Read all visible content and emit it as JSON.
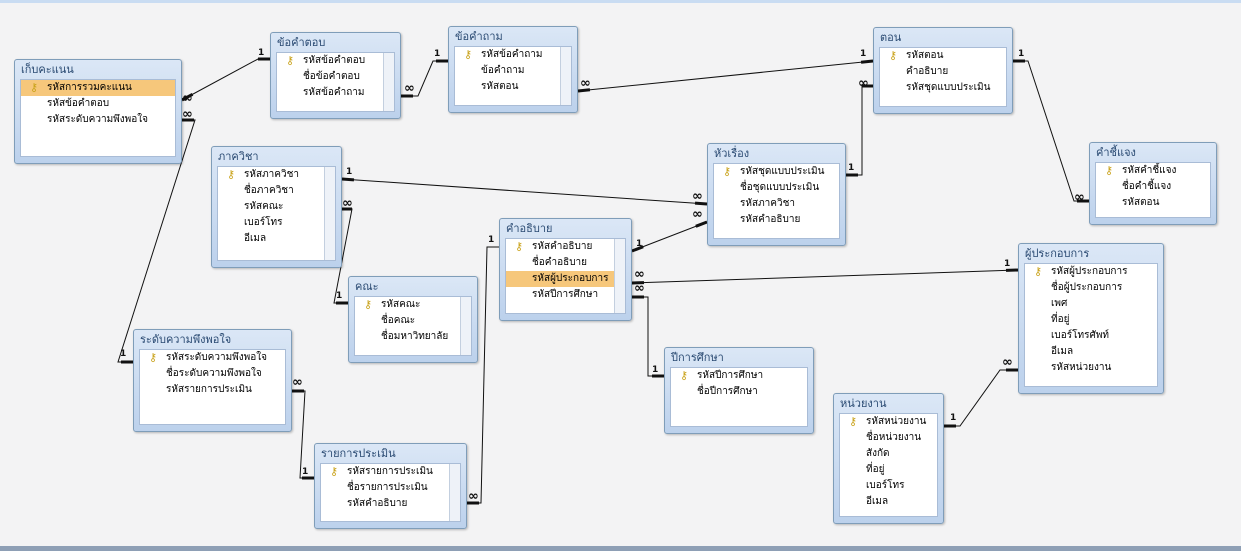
{
  "tables": [
    {
      "id": "score",
      "title": "เก็บคะแนน",
      "fields": [
        {
          "label": "รหัสการรวมคะแนน",
          "key": true,
          "selected": true
        },
        {
          "label": "รหัสข้อคำตอบ"
        },
        {
          "label": "รหัสระดับความพึงพอใจ"
        }
      ]
    },
    {
      "id": "answer",
      "title": "ข้อคำตอบ",
      "fields": [
        {
          "label": "รหัสข้อคำตอบ",
          "key": true
        },
        {
          "label": "ชื่อข้อคำตอบ"
        },
        {
          "label": "รหัสข้อคำถาม"
        }
      ]
    },
    {
      "id": "question",
      "title": "ข้อคำถาม",
      "fields": [
        {
          "label": "รหัสข้อคำถาม",
          "key": true
        },
        {
          "label": "ข้อคำถาม"
        },
        {
          "label": "รหัสตอน"
        }
      ]
    },
    {
      "id": "section",
      "title": "ตอน",
      "fields": [
        {
          "label": "รหัสตอน",
          "key": true
        },
        {
          "label": "คำอธิบาย"
        },
        {
          "label": "รหัสชุดแบบประเมิน"
        }
      ]
    },
    {
      "id": "explain",
      "title": "คำชี้แจง",
      "fields": [
        {
          "label": "รหัสคำชี้แจง",
          "key": true
        },
        {
          "label": "ชื่อคำชี้แจง"
        },
        {
          "label": "รหัสตอน"
        }
      ]
    },
    {
      "id": "department",
      "title": "ภาควิชา",
      "fields": [
        {
          "label": "รหัสภาควิชา",
          "key": true
        },
        {
          "label": "ชื่อภาควิชา"
        },
        {
          "label": "รหัสคณะ"
        },
        {
          "label": "เบอร์โทร"
        },
        {
          "label": "อีเมล"
        }
      ]
    },
    {
      "id": "topic",
      "title": "หัวเรื่อง",
      "fields": [
        {
          "label": "รหัสชุดแบบประเมิน",
          "key": true
        },
        {
          "label": "ชื่อชุดแบบประเมิน"
        },
        {
          "label": "รหัสภาควิชา"
        },
        {
          "label": "รหัสคำอธิบาย"
        }
      ]
    },
    {
      "id": "description",
      "title": "คำอธิบาย",
      "fields": [
        {
          "label": "รหัสคำอธิบาย",
          "key": true
        },
        {
          "label": "ชื่อคำอธิบาย"
        },
        {
          "label": "รหัสผู้ประกอบการ",
          "selected": true
        },
        {
          "label": "รหัสปีการศึกษา"
        }
      ]
    },
    {
      "id": "faculty",
      "title": "คณะ",
      "fields": [
        {
          "label": "รหัสคณะ",
          "key": true
        },
        {
          "label": "ชื่อคณะ"
        },
        {
          "label": "ชื่อมหาวิทยาลัย"
        }
      ]
    },
    {
      "id": "satisfaction",
      "title": "ระดับความพึงพอใจ",
      "fields": [
        {
          "label": "รหัสระดับความพึงพอใจ",
          "key": true
        },
        {
          "label": "ชื่อระดับความพึงพอใจ"
        },
        {
          "label": "รหัสรายการประเมิน"
        }
      ]
    },
    {
      "id": "evalitem",
      "title": "รายการประเมิน",
      "fields": [
        {
          "label": "รหัสรายการประเมิน",
          "key": true
        },
        {
          "label": "ชื่อรายการประเมิน"
        },
        {
          "label": "รหัสคำอธิบาย"
        }
      ]
    },
    {
      "id": "academicyear",
      "title": "ปีการศึกษา",
      "fields": [
        {
          "label": "รหัสปีการศึกษา",
          "key": true
        },
        {
          "label": "ชื่อปีการศึกษา"
        }
      ]
    },
    {
      "id": "entrepreneur",
      "title": "ผู้ประกอบการ",
      "fields": [
        {
          "label": "รหัสผู้ประกอบการ",
          "key": true
        },
        {
          "label": "ชื่อผู้ประกอบการ"
        },
        {
          "label": "เพศ"
        },
        {
          "label": "ที่อยู่"
        },
        {
          "label": "เบอร์โทรศัพท์"
        },
        {
          "label": "อีเมล"
        },
        {
          "label": "รหัสหน่วยงาน"
        }
      ]
    },
    {
      "id": "agency",
      "title": "หน่วยงาน",
      "fields": [
        {
          "label": "รหัสหน่วยงาน",
          "key": true
        },
        {
          "label": "ชื่อหน่วยงาน"
        },
        {
          "label": "สังกัด"
        },
        {
          "label": "ที่อยู่"
        },
        {
          "label": "เบอร์โทร"
        },
        {
          "label": "อีเมล"
        }
      ]
    }
  ],
  "relationships": [
    {
      "from": "answer",
      "to": "score",
      "one": "1",
      "many": "∞"
    },
    {
      "from": "question",
      "to": "answer",
      "one": "1",
      "many": "∞"
    },
    {
      "from": "section",
      "to": "question",
      "one": "1",
      "many": "∞"
    },
    {
      "from": "section",
      "to": "explain",
      "one": "1",
      "many": "∞"
    },
    {
      "from": "topic",
      "to": "section",
      "one": "1",
      "many": "∞"
    },
    {
      "from": "department",
      "to": "topic",
      "one": "1",
      "many": "∞"
    },
    {
      "from": "description",
      "to": "topic",
      "one": "1",
      "many": "∞"
    },
    {
      "from": "faculty",
      "to": "department",
      "one": "1",
      "many": "∞"
    },
    {
      "from": "satisfaction",
      "to": "score",
      "one": "1",
      "many": "∞"
    },
    {
      "from": "evalitem",
      "to": "satisfaction",
      "one": "1",
      "many": "∞"
    },
    {
      "from": "description",
      "to": "evalitem",
      "one": "1",
      "many": "∞"
    },
    {
      "from": "academicyear",
      "to": "description",
      "one": "1",
      "many": "∞"
    },
    {
      "from": "entrepreneur",
      "to": "description",
      "one": "1",
      "many": "∞"
    },
    {
      "from": "agency",
      "to": "entrepreneur",
      "one": "1",
      "many": "∞"
    }
  ],
  "colors": {
    "title_text": "#2a4a72",
    "selected_field": "#f6c77b",
    "key_icon": "#c9a21a",
    "line": "#111111"
  },
  "icons": {
    "key": "key-icon"
  }
}
